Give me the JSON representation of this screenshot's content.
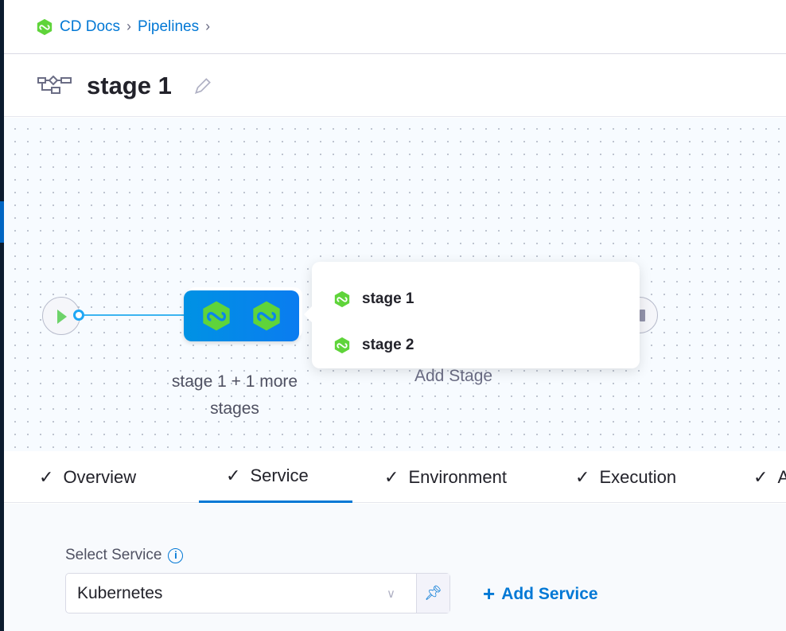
{
  "breadcrumb": {
    "items": [
      {
        "label": "CD Docs",
        "icon": "cd-hexagon-icon"
      },
      {
        "label": "Pipelines"
      }
    ]
  },
  "header": {
    "title": "stage 1",
    "icon": "pipeline-stages-icon"
  },
  "canvas": {
    "group_label": "stage 1 + 1 more stages",
    "add_stage_label": "Add Stage",
    "popup_items": [
      {
        "label": "stage 1"
      },
      {
        "label": "stage 2"
      }
    ]
  },
  "tabs": [
    {
      "label": "Overview",
      "active": false
    },
    {
      "label": "Service",
      "active": true
    },
    {
      "label": "Environment",
      "active": false
    },
    {
      "label": "Execution",
      "active": false
    },
    {
      "label": "Advanced",
      "active": false
    }
  ],
  "service": {
    "label": "Select Service",
    "value": "Kubernetes",
    "add_label": "Add Service"
  },
  "colors": {
    "accent": "#0278d5",
    "brand_green": "#5fd43a",
    "group_blue": "#0a86ea"
  }
}
